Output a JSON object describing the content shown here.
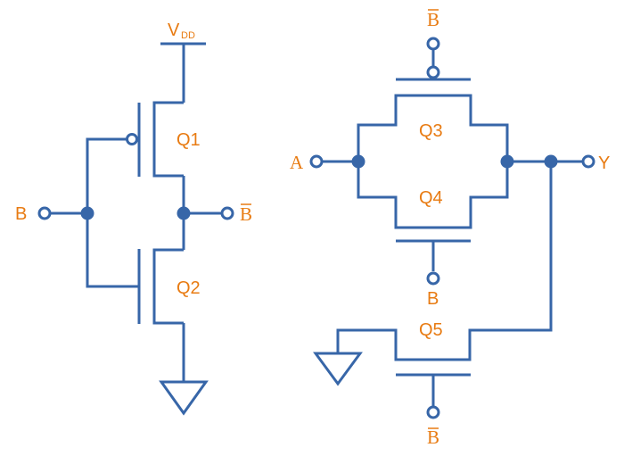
{
  "diagram": {
    "title": "CMOS inverter and transmission-gate circuit",
    "colors": {
      "wire": "#3766a8",
      "label": "#e87b12",
      "background": "#ffffff"
    },
    "left_circuit": {
      "supply_label": "V",
      "supply_subscript": "DD",
      "input_label": "B",
      "output_label": "B",
      "output_overbar": true,
      "transistors": [
        {
          "id": "Q1",
          "label": "Q1",
          "type": "PMOS"
        },
        {
          "id": "Q2",
          "label": "Q2",
          "type": "NMOS"
        }
      ],
      "ground": "ground-symbol"
    },
    "right_circuit": {
      "input_label": "A",
      "output_label": "Y",
      "transistors": [
        {
          "id": "Q3",
          "label": "Q3",
          "type": "PMOS",
          "gate_label": "B",
          "gate_overbar": true
        },
        {
          "id": "Q4",
          "label": "Q4",
          "type": "NMOS",
          "gate_label": "B",
          "gate_overbar": false
        },
        {
          "id": "Q5",
          "label": "Q5",
          "type": "NMOS",
          "gate_label": "B",
          "gate_overbar": true
        }
      ],
      "ground": "ground-symbol"
    }
  }
}
